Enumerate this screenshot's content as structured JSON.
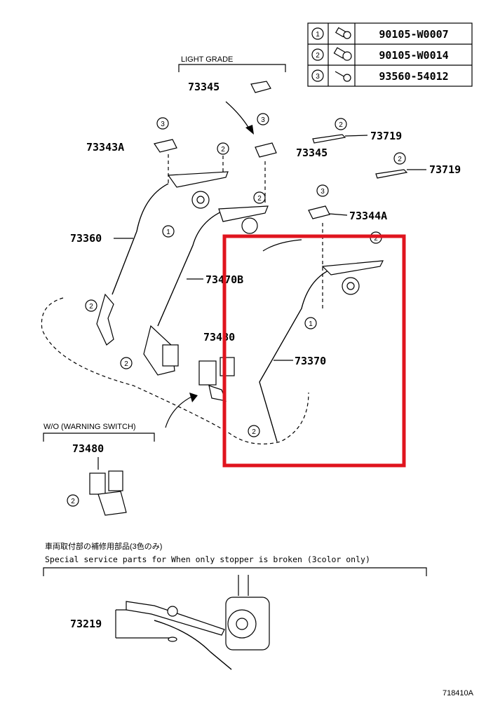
{
  "fastener_table": [
    {
      "index": "1",
      "part_number": "90105-W0007"
    },
    {
      "index": "2",
      "part_number": "90105-W0014"
    },
    {
      "index": "3",
      "part_number": "93560-54012"
    }
  ],
  "labels": {
    "light_grade": "LIGHT GRADE",
    "p73345_top": "73345",
    "p73345": "73345",
    "p73343a": "73343A",
    "p73719_a": "73719",
    "p73719_b": "73719",
    "p73344a": "73344A",
    "p73360": "73360",
    "p73470b": "73470B",
    "p73480": "73480",
    "p73370": "73370",
    "wo_warning_switch": "W/O (WARNING SWITCH)",
    "p73480_wo": "73480",
    "special_jp": "車両取付部の補修用部品(3色のみ)",
    "special_en": "Special  service  parts  for  When  only  stopper  is  broken  (3color  only)",
    "p73219": "73219",
    "diagram_id": "718410A"
  },
  "callouts": [
    "1",
    "2",
    "3"
  ],
  "highlight_color": "#e0141e"
}
